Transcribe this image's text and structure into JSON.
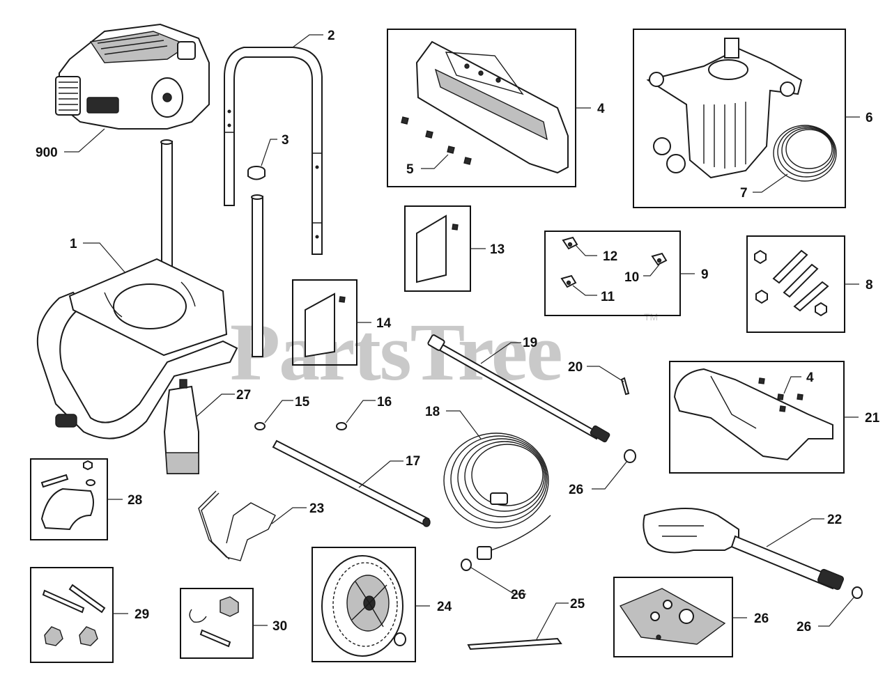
{
  "watermark": {
    "text": "PartsTree",
    "trademark": "TM"
  },
  "callouts": {
    "c900": "900",
    "c1": "1",
    "c2": "2",
    "c3": "3",
    "c4a": "4",
    "c4b": "4",
    "c5": "5",
    "c6": "6",
    "c7": "7",
    "c8": "8",
    "c9": "9",
    "c10": "10",
    "c11": "11",
    "c12": "12",
    "c13": "13",
    "c14": "14",
    "c15": "15",
    "c16": "16",
    "c17": "17",
    "c18": "18",
    "c19": "19",
    "c20": "20",
    "c21": "21",
    "c22": "22",
    "c23": "23",
    "c24": "24",
    "c25": "25",
    "c26a": "26",
    "c26b": "26",
    "c26c": "26",
    "c26d": "26",
    "c27": "27",
    "c28": "28",
    "c29": "29",
    "c30": "30"
  }
}
